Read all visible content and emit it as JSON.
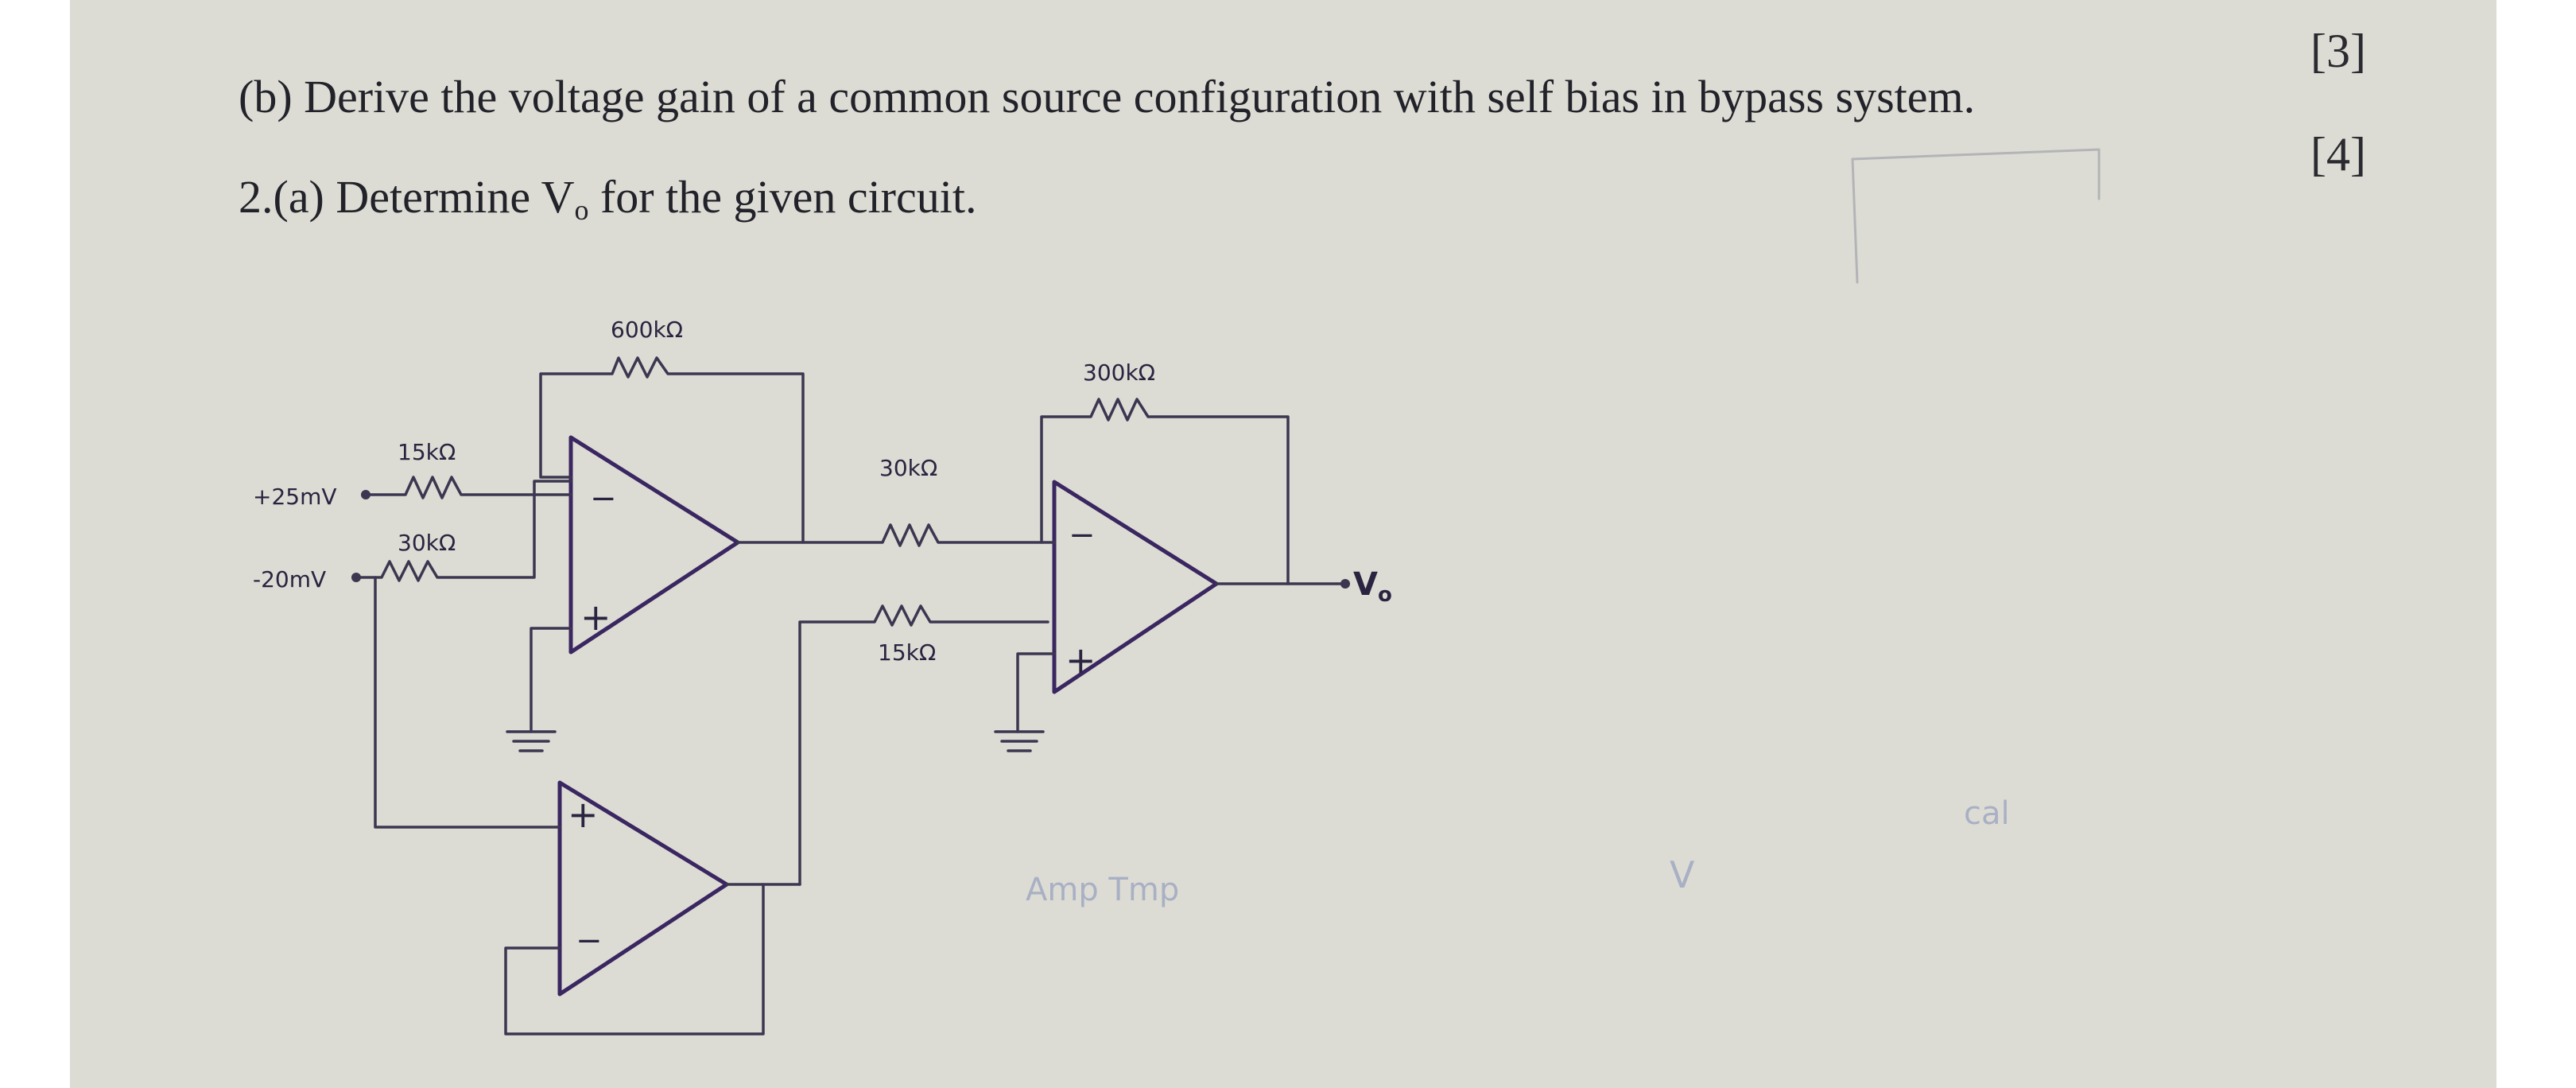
{
  "question_b": {
    "text": "(b) Derive the voltage gain of a common source configuration with self bias in bypass system.",
    "marks": "[3]"
  },
  "question_2a": {
    "prefix": "2.(a) Determine V",
    "subscript": "o",
    "suffix": "  for the  given circuit.",
    "marks": "[4]"
  },
  "circuit": {
    "input_1": "+25mV",
    "input_2": "-20mV",
    "r_in1": "15kΩ",
    "r_in2": "30kΩ",
    "r_feedback_1": "600kΩ",
    "r_mid_1": "30kΩ",
    "r_mid_2": "15kΩ",
    "r_feedback_2": "300kΩ",
    "output": "V",
    "output_sub": "o",
    "minus": "−",
    "plus": "+"
  },
  "faint_marks": [
    "Amp Tmp",
    "V",
    "cal"
  ]
}
